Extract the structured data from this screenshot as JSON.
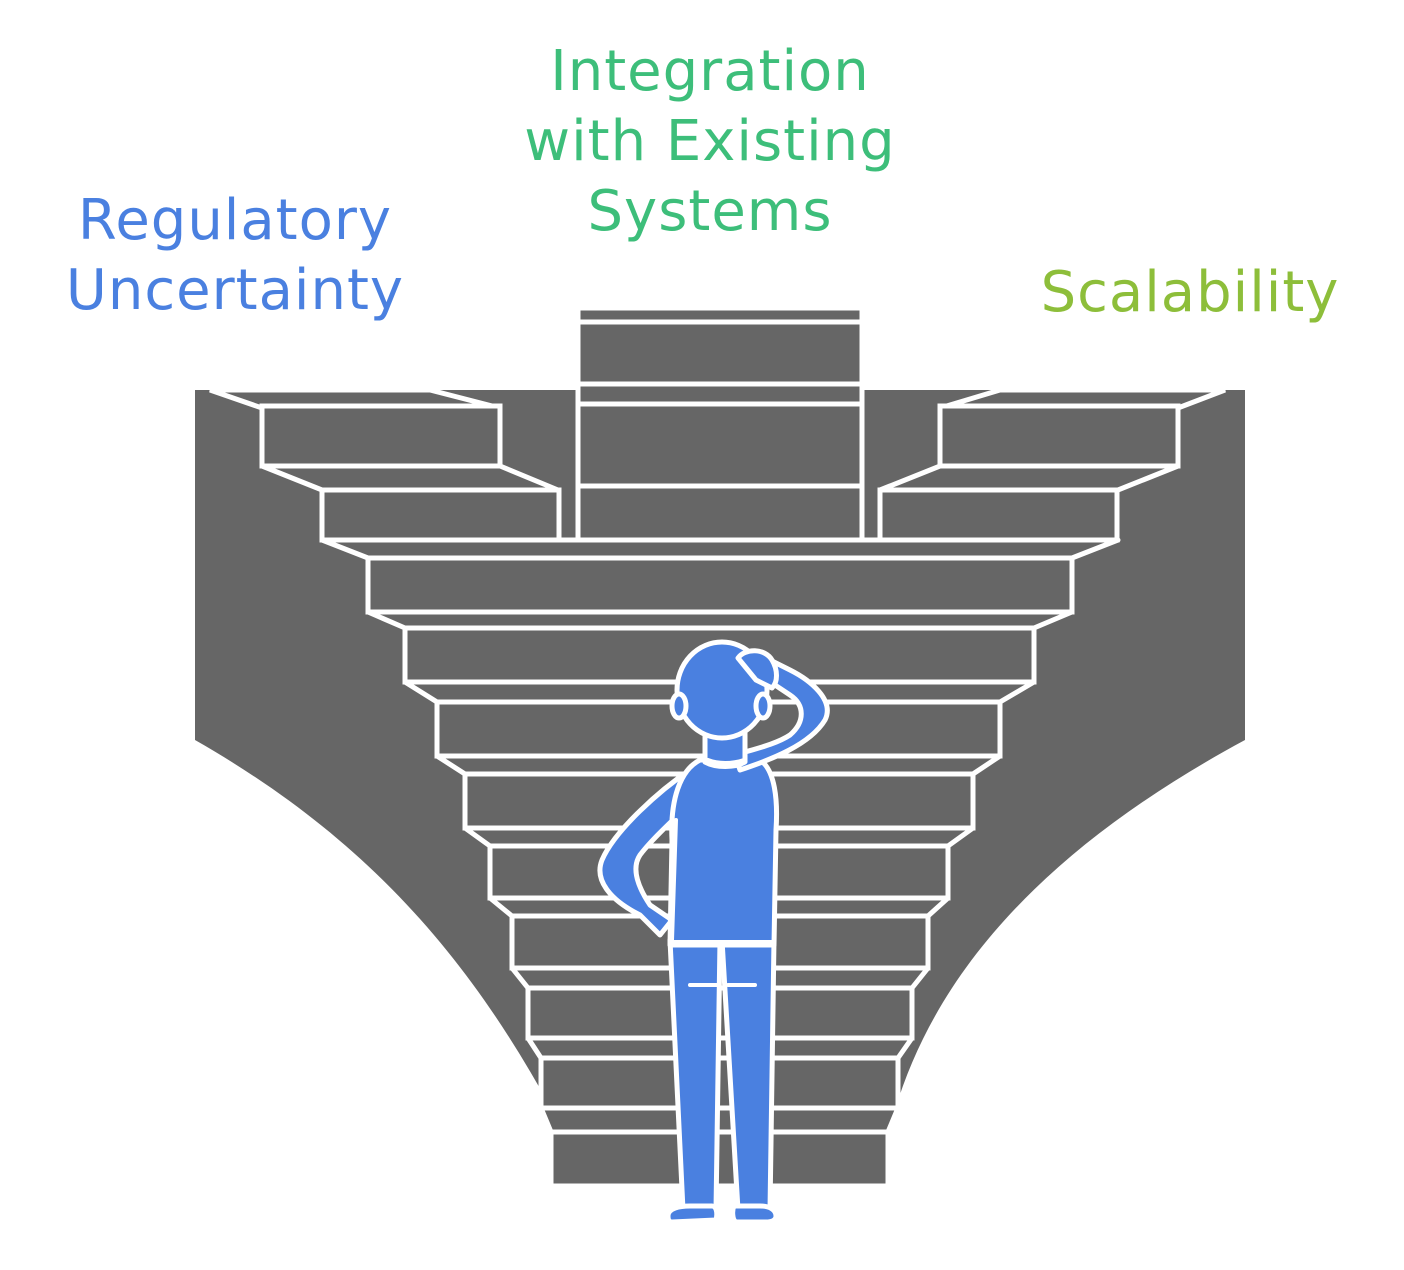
{
  "labels": {
    "left": {
      "lines": [
        "Regulatory",
        "Uncertainty"
      ],
      "color": "#4A80E0"
    },
    "center": {
      "lines": [
        "Integration",
        "with Existing",
        "Systems"
      ],
      "color": "#3DBE7A"
    },
    "right": {
      "lines": [
        "Scalability"
      ],
      "color": "#8DBE3A"
    }
  },
  "colors": {
    "stairs": "#666666",
    "outline": "#ffffff",
    "person": "#4A80E0"
  },
  "icons": {
    "person": "person-thinking-icon",
    "stairs": "staircase-icon"
  }
}
